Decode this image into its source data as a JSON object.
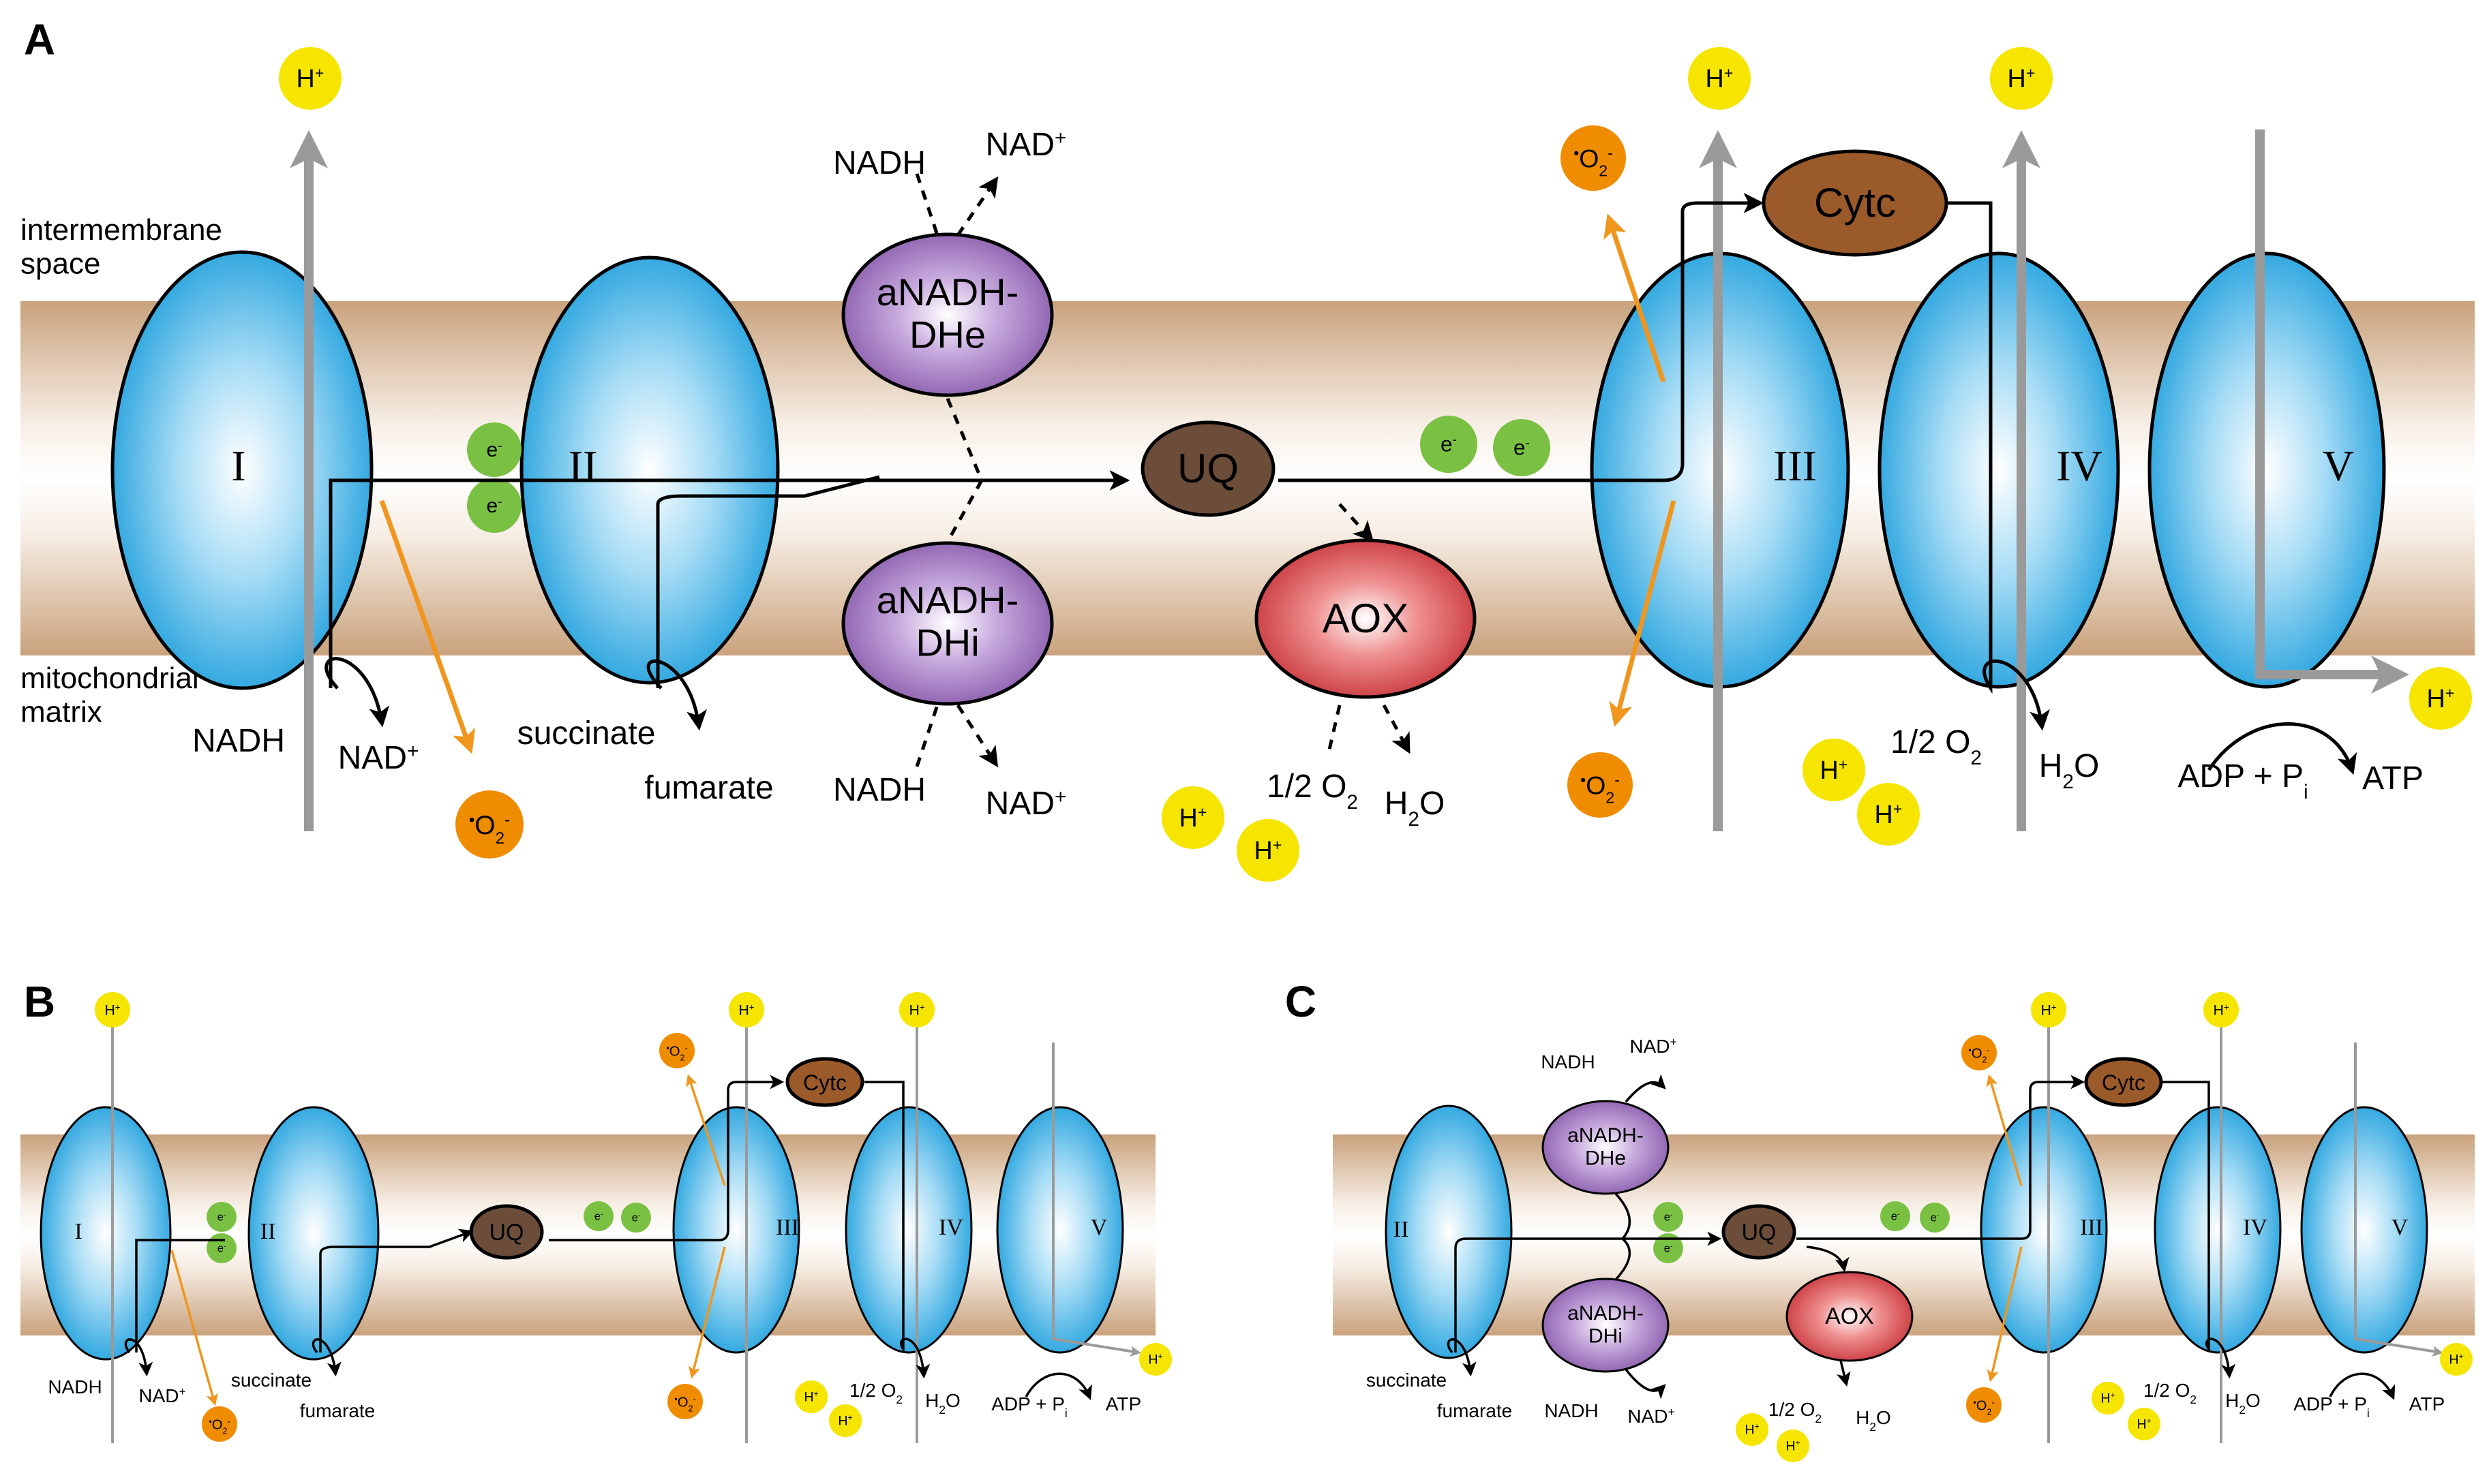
{
  "panels": [
    {
      "label": "A",
      "region_top": "intermembrane\nspace",
      "region_bottom": "mitochondrial\nmatrix",
      "complexes": {
        "I": "I",
        "II": "II",
        "III": "III",
        "IV": "IV",
        "V": "V",
        "dhe": "aNADH-\nDHe",
        "dhi": "aNADH-\nDHi",
        "uq": "UQ",
        "aox": "AOX",
        "cytc": "Cytc"
      },
      "text": {
        "nadh_c1": "NADH",
        "nad_c1": "NAD+",
        "succinate": "succinate",
        "fumarate": "fumarate",
        "nadh_dhe": "NADH",
        "nad_dhe": "NAD+",
        "nadh_dhi": "NADH",
        "nad_dhi": "NAD+",
        "aox_o2": "1/2 O2",
        "aox_h2o": "H2O",
        "c4_o2": "1/2 O2",
        "c4_h2o": "H2O",
        "adp": "ADP + Pi",
        "atp": "ATP",
        "h_plus": "H+",
        "electron": "e-",
        "superoxide": "•O2-"
      }
    },
    {
      "label": "B"
    },
    {
      "label": "C"
    }
  ],
  "colors": {
    "membrane": "#c9a27c",
    "complex": "#29abe2",
    "dh": "#7e4fa3",
    "aox": "#c1272d",
    "quinone": "#6b4d3a",
    "cytc": "#9b5a2a",
    "electron": "#7ac143",
    "proton": "#f5e500",
    "superoxide": "#f08c00",
    "proton_arrow": "#9a9a9a",
    "ros_arrow": "#f0961e"
  }
}
